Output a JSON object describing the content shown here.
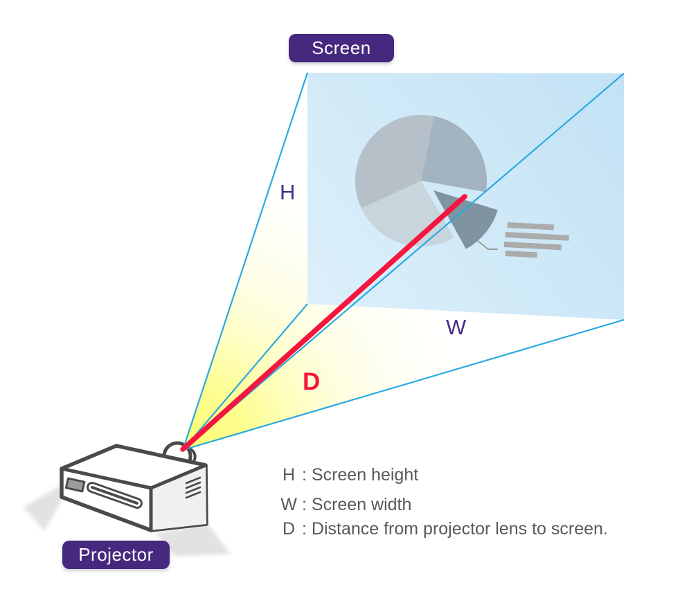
{
  "badges": {
    "screen": "Screen",
    "projector": "Projector"
  },
  "dimension_labels": {
    "height": "H",
    "width": "W",
    "distance": "D"
  },
  "legend": {
    "height": {
      "letter": "H",
      "text": ": Screen height"
    },
    "width": {
      "letter": "W",
      "text": ": Screen width"
    },
    "distance": {
      "letter": "D",
      "text": ": Distance from projector lens to screen."
    }
  },
  "colors": {
    "badge_purple": "#46287e",
    "label_purple": "#4b2d87",
    "ray_blue": "#29a9e1",
    "distance_red": "#f5163f",
    "beam_yellow": "#fcfc6e",
    "screen_blue": "#cde8f7",
    "legend_gray": "#58595b"
  }
}
